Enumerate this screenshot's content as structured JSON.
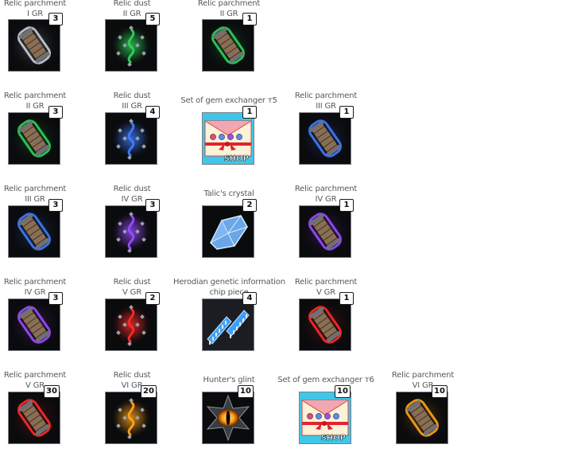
{
  "items": [
    {
      "line1": "Relic parchment",
      "line2": "I GR",
      "count": "3",
      "icon": "relic-parchment-icon",
      "glow": "#c8ccd6"
    },
    {
      "line1": "Relic dust",
      "line2": "II GR",
      "count": "5",
      "icon": "relic-dust-icon",
      "glow": "#2fd35a"
    },
    {
      "line1": "Relic parchment",
      "line2": "II GR",
      "count": "1",
      "icon": "relic-parchment-icon",
      "glow": "#2fd35a"
    },
    {
      "line1": "Relic parchment",
      "line2": "II GR",
      "count": "3",
      "icon": "relic-parchment-icon",
      "glow": "#2fd35a"
    },
    {
      "line1": "Relic dust",
      "line2": "III GR",
      "count": "4",
      "icon": "relic-dust-icon",
      "glow": "#3f7cff"
    },
    {
      "line1": "Set of gem exchanger т5",
      "line2": "",
      "count": "1",
      "icon": "gem-exchanger-shop-icon",
      "glow": "#ff5a6a"
    },
    {
      "line1": "Relic parchment",
      "line2": "III GR",
      "count": "1",
      "icon": "relic-parchment-icon",
      "glow": "#3f7cff"
    },
    {
      "line1": "Relic parchment",
      "line2": "III GR",
      "count": "3",
      "icon": "relic-parchment-icon",
      "glow": "#3f7cff"
    },
    {
      "line1": "Relic dust",
      "line2": "IV GR",
      "count": "3",
      "icon": "relic-dust-icon",
      "glow": "#9a4dff"
    },
    {
      "line1": "Talic's crystal",
      "line2": "",
      "count": "2",
      "icon": "talic-crystal-icon",
      "glow": "#8fc6ff"
    },
    {
      "line1": "Relic parchment",
      "line2": "IV GR",
      "count": "1",
      "icon": "relic-parchment-icon",
      "glow": "#9a4dff"
    },
    {
      "line1": "Relic parchment",
      "line2": "IV GR",
      "count": "3",
      "icon": "relic-parchment-icon",
      "glow": "#9a4dff"
    },
    {
      "line1": "Relic dust",
      "line2": "V GR",
      "count": "2",
      "icon": "relic-dust-icon",
      "glow": "#ff2a2a"
    },
    {
      "line1": "Herodian genetic information",
      "line2": "chip piece",
      "count": "4",
      "icon": "genetic-chip-icon",
      "glow": "#3aa0ff"
    },
    {
      "line1": "Relic parchment",
      "line2": "V GR",
      "count": "1",
      "icon": "relic-parchment-icon",
      "glow": "#ff2a2a"
    },
    {
      "line1": "Relic parchment",
      "line2": "V GR",
      "count": "30",
      "icon": "relic-parchment-icon",
      "glow": "#ff2a2a"
    },
    {
      "line1": "Relic dust",
      "line2": "VI GR",
      "count": "20",
      "icon": "relic-dust-icon",
      "glow": "#ffa31a"
    },
    {
      "line1": "Hunter's glint",
      "line2": "",
      "count": "10",
      "icon": "hunters-glint-eye-icon",
      "glow": "#ff9a1a"
    },
    {
      "line1": "Set of gem exchanger т6",
      "line2": "",
      "count": "10",
      "icon": "gem-exchanger-shop-icon",
      "glow": "#ff5a6a"
    },
    {
      "line1": "Relic parchment",
      "line2": "VI GR",
      "count": "10",
      "icon": "relic-parchment-icon",
      "glow": "#ffa31a"
    }
  ]
}
